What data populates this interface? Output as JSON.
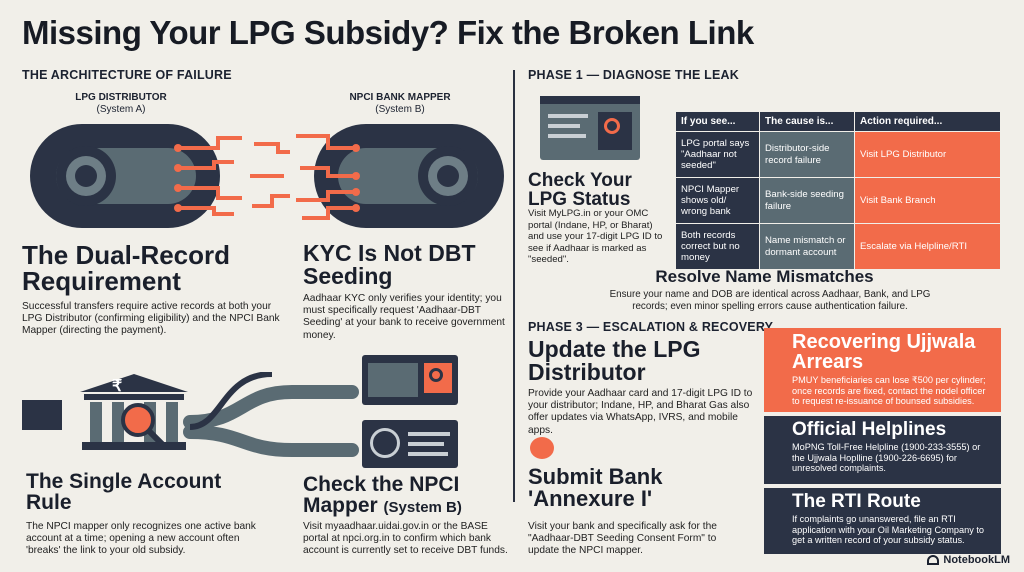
{
  "title": "Missing Your LPG Subsidy? Fix the Broken Link",
  "left": {
    "section_heading": "THE ARCHITECTURE OF FAILURE",
    "system_a": {
      "name": "LPG DISTRIBUTOR",
      "sub": "(System A)"
    },
    "system_b": {
      "name": "NPCI BANK MAPPER",
      "sub": "(System B)"
    },
    "dual": {
      "heading": "The Dual-Record Requirement",
      "body": "Successful transfers require active records at both your LPG Distributor (confirming eligibility) and the NPCI Bank Mapper (directing the payment)."
    },
    "kyc": {
      "heading": "KYC Is Not DBT Seeding",
      "body": "Aadhaar KYC only verifies your identity; you must specifically request 'Aadhaar-DBT Seeding' at your bank to receive government money."
    },
    "single": {
      "heading": "The Single Account Rule",
      "body": "The NPCI mapper only recognizes one active bank account at a time; opening a new account often 'breaks' the link to your old subsidy."
    },
    "npci": {
      "heading": "Check the NPCI Mapper",
      "heading_small": "(System B)",
      "body": "Visit myaadhaar.uidai.gov.in or the BASE portal at npci.org.in to confirm which bank account is currently set to receive DBT funds."
    },
    "bank_symbol": "₹"
  },
  "right": {
    "phase1_heading": "PHASE 1 — DIAGNOSE THE LEAK",
    "check_lpg": {
      "heading": "Check Your LPG Status",
      "body": "Visit MyLPG.in or your OMC portal (Indane, HP, or Bharat) and use your 17-digit LPG ID to see if Aadhaar is marked as \"seeded\"."
    },
    "table": {
      "headers": [
        "If you see...",
        "The cause is...",
        "Action required..."
      ],
      "rows": [
        [
          "LPG portal says \"Aadhaar not seeded\"",
          "Distributor-side record failure",
          "Visit LPG Distributor"
        ],
        [
          "NPCI Mapper shows old/ wrong bank",
          "Bank-side seeding failure",
          "Visit Bank Branch"
        ],
        [
          "Both records correct but no money",
          "Name mismatch or dormant account",
          "Escalate via Helpline/RTI"
        ]
      ]
    },
    "resolve": {
      "heading": "Resolve Name Mismatches",
      "body": "Ensure your name and DOB are identical across Aadhaar, Bank, and LPG records; even minor spelling errors cause authentication failure."
    },
    "phase3_heading": "PHASE 3 — ESCALATION & RECOVERY",
    "update": {
      "heading": "Update the LPG Distributor",
      "body": "Provide your Aadhaar card and 17-digit LPG ID to your distributor; Indane, HP, and Bharat Gas also offer updates via WhatsApp, IVRS, and mobile apps."
    },
    "annexure": {
      "heading": "Submit Bank 'Annexure I'",
      "body": "Visit your bank and specifically ask for the \"Aadhaar-DBT Seeding Consent Form\" to update the NPCI mapper."
    },
    "cards": [
      {
        "heading": "Recovering Ujjwala Arrears",
        "body": "PMUY beneficiaries can lose ₹500 per cylinder; once records are fixed, contact the nodel officer to request re-issuance of bounsed subsidies.",
        "color": "#f26b4a"
      },
      {
        "heading": "Official Helplines",
        "body": "MoPNG Toll-Free Helpline (1900-233-3555) or the Ujjwala Hoplline (1900-226-6695) for unresolved complaints.",
        "color": "#2b3345"
      },
      {
        "heading": "The RTI Route",
        "body": "If complaints go unanswered, file an RTI application with your Oil Marketing Company to get a written record of your subsidy status.",
        "color": "#2b3345"
      }
    ]
  },
  "footer": {
    "brand": "NotebookLM"
  },
  "colors": {
    "navy": "#2b3345",
    "orange": "#f26b4a",
    "slate": "#5a6b73",
    "bg": "#f1efe9"
  }
}
